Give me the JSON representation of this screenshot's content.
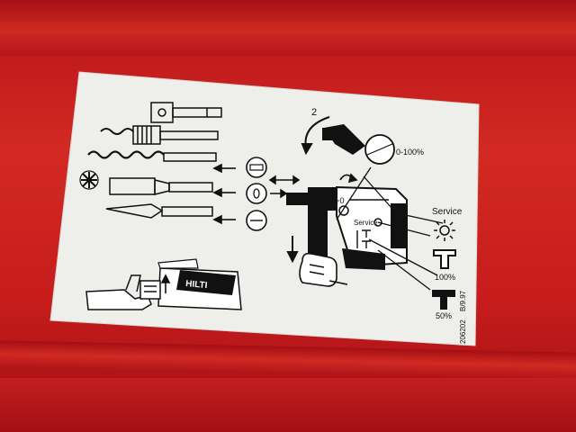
{
  "label": {
    "rotation_angle": "2",
    "speed_range": "0-100%",
    "service_right": "Service",
    "service_center": "Service",
    "power_high": "100%",
    "power_low": "50%",
    "part_number": "206202",
    "date_code": "B/9.97",
    "brand_logo": "HILTI"
  },
  "colors": {
    "case_red": "#c61c1c",
    "sticker_white": "#eeeeea",
    "ink": "#111111"
  }
}
